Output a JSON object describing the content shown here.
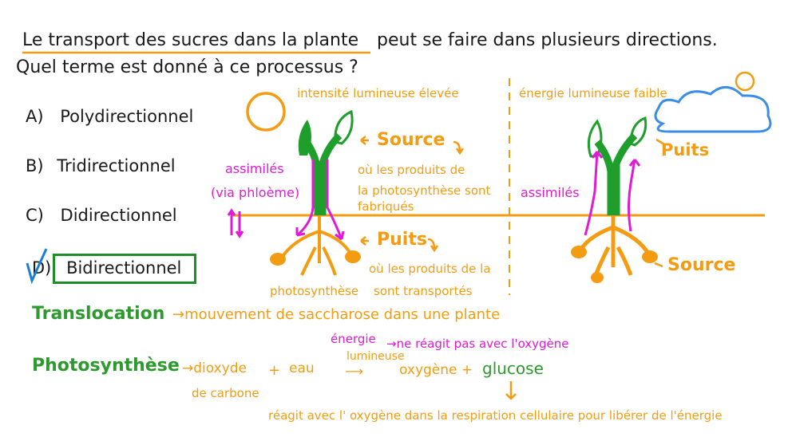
{
  "question": {
    "line1_part_a": "Le transport des sucres dans la plante",
    "line1_part_b": "peut se faire dans plusieurs directions.",
    "line2": "Quel terme est donné à ce processus ?"
  },
  "options": [
    {
      "letter": "A)",
      "text": "Polydirectionnel"
    },
    {
      "letter": "B)",
      "text": "Tridirectionnel"
    },
    {
      "letter": "C)",
      "text": "Didirectionnel"
    },
    {
      "letter": "D)",
      "text": "Bidirectionnel"
    }
  ],
  "left_scene": {
    "light": "intensité lumineuse élevée",
    "source_label": "Source",
    "source_desc_1": "où les produits de",
    "source_desc_2": "la photosynthèse sont",
    "source_desc_3": "fabriqués",
    "assimiles": "assimilés",
    "via_phloeme": "(via phloème)",
    "puits_label": "Puits",
    "puits_desc_1": "où les produits de la",
    "puits_desc_2": "photosynthèse",
    "puits_desc_3": "sont transportés"
  },
  "right_scene": {
    "light": "énergie lumineuse faible",
    "puits_label": "Puits",
    "assimiles": "assimilés",
    "source_label": "Source"
  },
  "notes": {
    "translocation_term": "Translocation",
    "translocation_def": "→mouvement de saccharose dans une plante",
    "energy_note_1": "énergie",
    "energy_note_2": "→ne réagit pas avec l'oxygène",
    "photosynthese_term": "Photosynthèse",
    "eq_dioxyde": "→dioxyde",
    "eq_carbone": "de carbone",
    "eq_plus1": "+",
    "eq_eau": "eau",
    "eq_lumineuse": "lumineuse",
    "eq_products": "oxygène +",
    "eq_glucose": "glucose",
    "respiration": "réagit avec l' oxygène dans la respiration cellulaire pour libérer de l'énergie"
  },
  "colors": {
    "orange": "#f39c12",
    "green": "#2e9a2e",
    "stem_green": "#1e9e2a",
    "magenta": "#e01ad6",
    "blue": "#1a7fd6",
    "cloud": "#3a8ee6"
  }
}
